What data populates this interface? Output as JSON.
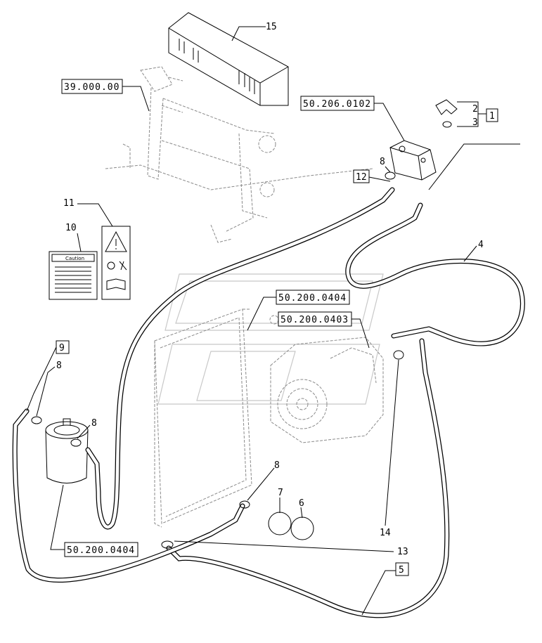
{
  "references": {
    "ref_39000": "39.000.00",
    "ref_50206": "50.206.0102",
    "ref_50200_top": "50.200.0404",
    "ref_50200_mid": "50.200.0403",
    "ref_50200_bottom": "50.200.0404"
  },
  "callouts": {
    "c15": "15",
    "c11": "11",
    "c10": "10",
    "c8_top": "8",
    "c12": "12",
    "c2": "2",
    "c3": "3",
    "c1": "1",
    "c4": "4",
    "c9": "9",
    "c8_left": "8",
    "c8_mid": "8",
    "c8_bottom": "8",
    "c7": "7",
    "c6": "6",
    "c14": "14",
    "c13": "13",
    "c5": "5"
  },
  "sticker": {
    "heading": "Caution"
  },
  "colors": {
    "ink": "#000000",
    "ghost": "#c8c8c8"
  }
}
